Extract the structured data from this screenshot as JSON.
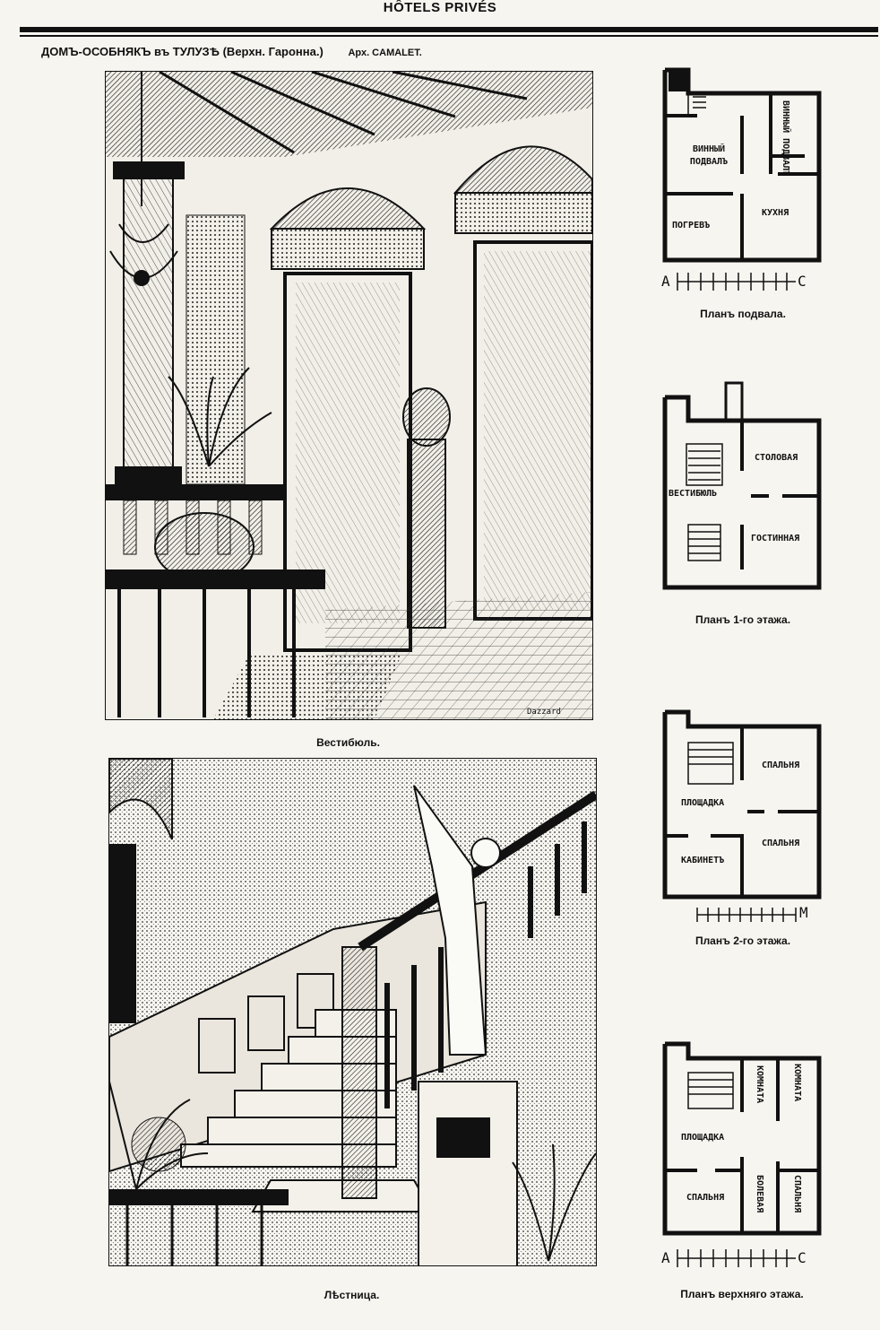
{
  "header": {
    "title": "HÔTELS PRIVÉS",
    "subtitle": "ДОМЪ-ОСОБНЯКЪ въ ТУЛУЗѢ (Верхн. Гаронна.)",
    "architect": "Арх. CAMALET."
  },
  "illustrations": {
    "vestibule": {
      "caption": "Вестибюль.",
      "signature": "Dazzard"
    },
    "staircase": {
      "caption": "Лѣстница."
    }
  },
  "plans": {
    "basement": {
      "caption": "Планъ подвала.",
      "rooms": [
        "ВИННЫЙ ПОДВАЛЪ",
        "ВИННЫЙ ПОДВАЛЪ",
        "ПОГРЕВЪ",
        "КУХНЯ"
      ],
      "scale_left": "A",
      "scale_right": "C"
    },
    "first_floor": {
      "caption": "Планъ 1-го этажа.",
      "rooms": [
        "СТОЛОВАЯ",
        "ВЕСТИБЮЛЬ",
        "ГОСТИННАЯ"
      ]
    },
    "second_floor": {
      "caption": "Планъ 2-го этажа.",
      "rooms": [
        "СПАЛЬНЯ",
        "ПЛОЩАДКА",
        "СПАЛЬНЯ",
        "КАБИНЕТЪ"
      ],
      "scale_right": "M"
    },
    "upper_floor": {
      "caption": "Планъ верхняго этажа.",
      "rooms": [
        "КОМНАТА",
        "КОМНАТА",
        "ПЛОЩАДКА",
        "СПАЛЬНЯ",
        "БОЛЕВАЯ",
        "СПАЛЬНЯ"
      ],
      "scale_left": "A",
      "scale_right": "C"
    }
  }
}
